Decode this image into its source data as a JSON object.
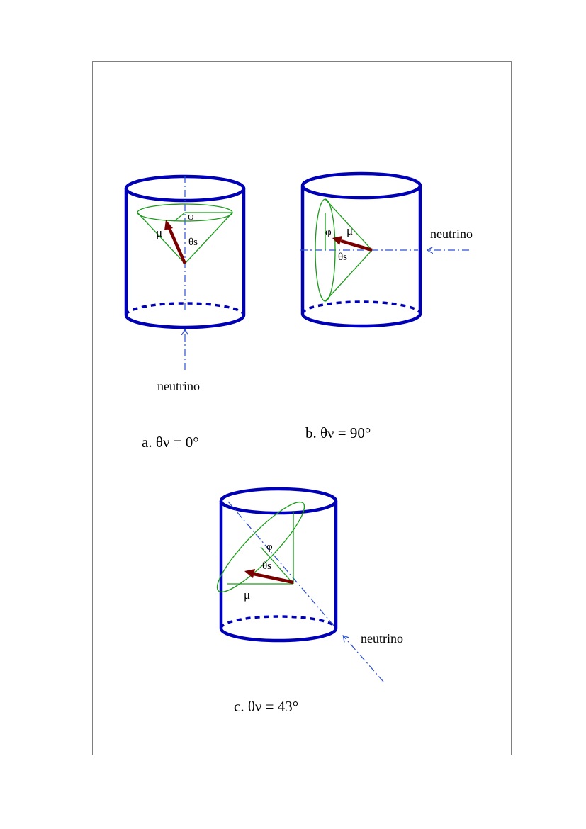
{
  "panels": [
    {
      "id": "a",
      "caption": "a.  θν = 0°",
      "neutrino_label": "neutrino",
      "phi_label": "φ",
      "theta_s_label": "θs",
      "mu_label": "μ"
    },
    {
      "id": "b",
      "caption": "b.  θν = 90°",
      "neutrino_label": "neutrino",
      "phi_label": "φ",
      "theta_s_label": "θs",
      "mu_label": "μ"
    },
    {
      "id": "c",
      "caption": "c. θν = 43°",
      "neutrino_label": "neutrino",
      "phi_label": "φ",
      "theta_s_label": "θs",
      "mu_label": "μ"
    }
  ],
  "colors": {
    "cylinder": "#0000b4",
    "axis": "#2a4fd8",
    "cone": "#1a9c1a",
    "muon": "#7a0000",
    "frame": "#7f7f7f"
  }
}
